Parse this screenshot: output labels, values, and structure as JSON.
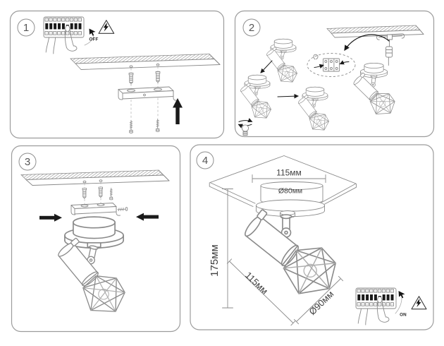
{
  "sheet": {
    "background": "#ffffff",
    "line_color": "#8a8a8a",
    "accent_color": "#1a1a1a",
    "text_color": "#3f3f3f",
    "panel_border_color": "#9c9c9c"
  },
  "panels": {
    "step1": {
      "number": "1",
      "power_label": "OFF",
      "icons": [
        "circuit-breaker",
        "pressing-finger",
        "cursor-arrow",
        "electric-shock-warning",
        "ceiling-plank",
        "wall-anchors",
        "screws",
        "mounting-bracket",
        "up-arrow"
      ]
    },
    "step2": {
      "number": "2",
      "icons": [
        "spotlight-fixture",
        "light-bulb",
        "rotate-arrows",
        "wiring-detail-ellipse",
        "ceiling-plank",
        "wire-connector",
        "curved-arrow"
      ]
    },
    "step3": {
      "number": "3",
      "icons": [
        "ceiling-plank",
        "wall-anchors",
        "screws",
        "mounting-bracket",
        "locking-screw",
        "inward-arrows",
        "spotlight-fixture"
      ]
    },
    "step4": {
      "number": "4",
      "power_label": "ON",
      "dimensions": {
        "canopy_width": "115мм",
        "canopy_diameter": "Ø80мм",
        "total_height": "175мм",
        "shade_span": "115мм",
        "shade_diameter": "Ø90мм"
      },
      "icons": [
        "ceiling-tile",
        "spotlight-fixture",
        "circuit-breaker",
        "pressing-finger",
        "cursor-arrow",
        "electric-shock-warning"
      ]
    }
  }
}
